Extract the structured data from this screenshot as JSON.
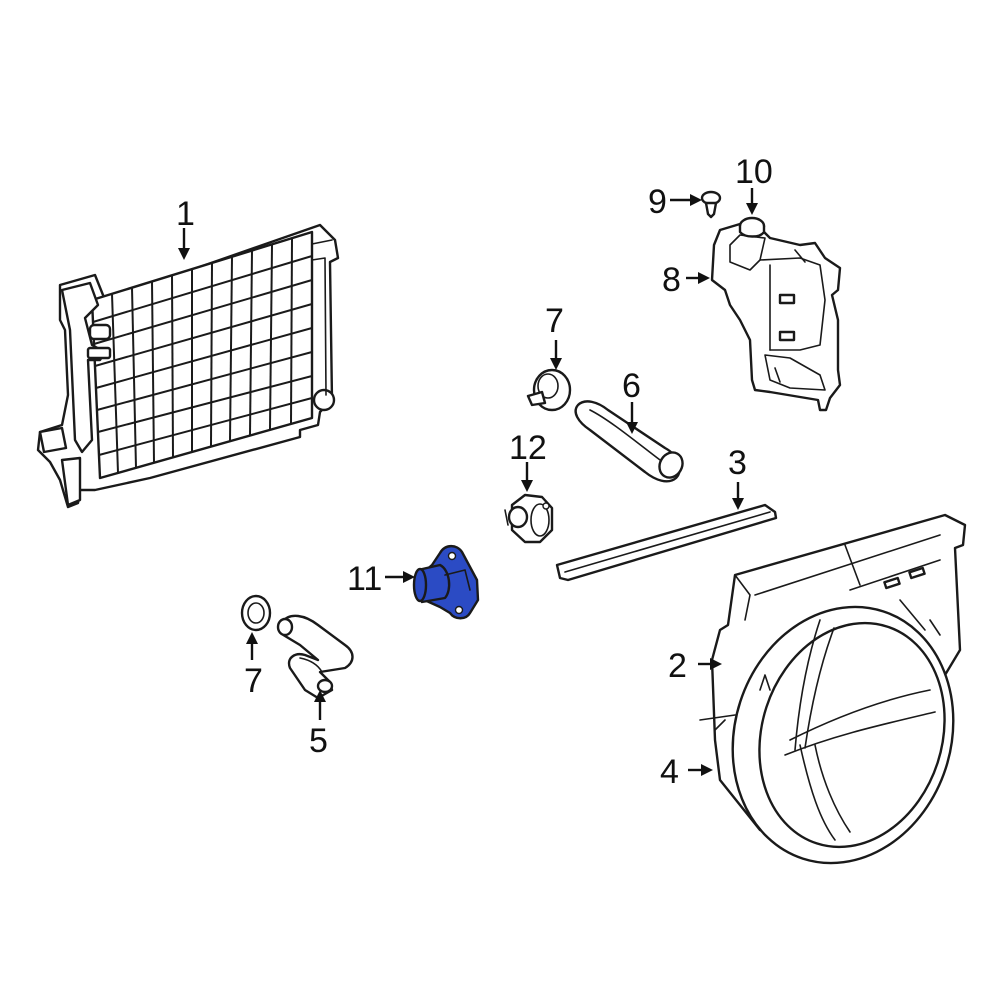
{
  "diagram": {
    "highlight_color": "#2b4bc4",
    "callouts": [
      {
        "id": "1",
        "label": "1"
      },
      {
        "id": "2",
        "label": "2"
      },
      {
        "id": "3",
        "label": "3"
      },
      {
        "id": "4",
        "label": "4"
      },
      {
        "id": "5",
        "label": "5"
      },
      {
        "id": "6",
        "label": "6"
      },
      {
        "id": "7a",
        "label": "7"
      },
      {
        "id": "7b",
        "label": "7"
      },
      {
        "id": "8",
        "label": "8"
      },
      {
        "id": "9",
        "label": "9"
      },
      {
        "id": "10",
        "label": "10"
      },
      {
        "id": "11",
        "label": "11"
      },
      {
        "id": "12",
        "label": "12"
      }
    ]
  }
}
